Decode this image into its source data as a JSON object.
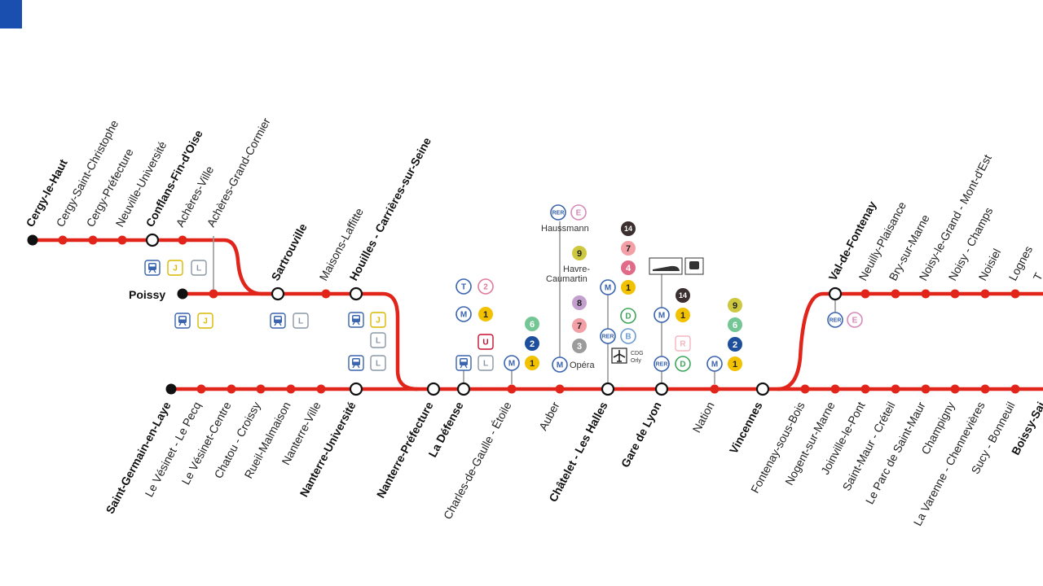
{
  "colors": {
    "line": "#e1251b",
    "corner": "#1a4fb0",
    "text": "#222222",
    "terminus": "#111111",
    "transfer_fill": "#ffffff",
    "metro_blue": "#3a64ae",
    "rer_blue": "#3a64ae"
  },
  "icons": {
    "train": "train-icon",
    "metro": "metro-m-icon",
    "rer": "rer-icon",
    "tram": "tram-t-icon",
    "tgv": "tgv-train-icon",
    "plane": "plane-icon",
    "coach": "coach-icon"
  },
  "stations": {
    "cergy_le_haut": "Cergy-le-Haut",
    "cergy_saint_christophe": "Cergy-Saint-Christophe",
    "cergy_prefecture": "Cergy-Préfecture",
    "neuville_universite": "Neuville-Université",
    "conflans": "Conflans-Fin-d'Oise",
    "acheres_ville": "Achères-Ville",
    "acheres_grand_cormier": "Achères-Grand-Cormier",
    "poissy": "Poissy",
    "sartrouville": "Sartrouville",
    "maisons_laffitte": "Maisons-Laffitte",
    "houilles": "Houilles - Carrières-sur-Seine",
    "saint_germain": "Saint-Germain-en-Laye",
    "le_vesinet_le_pecq": "Le Vésinet - Le Pecq",
    "le_vesinet_centre": "Le Vésinet-Centre",
    "chatou_croissy": "Chatou - Croissy",
    "rueil_malmaison": "Rueil-Malmaison",
    "nanterre_ville": "Nanterre-Ville",
    "nanterre_universite": "Nanterre-Université",
    "nanterre_prefecture": "Nanterre-Préfecture",
    "la_defense": "La Défense",
    "charles_de_gaulle_etoile": "Charles-de-Gaulle - Étoile",
    "auber": "Auber",
    "chatelet": "Châtelet - Les Halles",
    "gare_de_lyon": "Gare de Lyon",
    "nation": "Nation",
    "vincennes": "Vincennes",
    "val_de_fontenay": "Val-de-Fontenay",
    "neuilly_plaisance": "Neuilly-Plaisance",
    "bry_sur_marne": "Bry-sur-Marne",
    "noisy_le_grand": "Noisy-le-Grand - Mont-d'Est",
    "noisy_champs": "Noisy - Champs",
    "noisiel": "Noisiel",
    "lognes": "Lognes",
    "torcy_partial": "T",
    "fontenay_sous_bois": "Fontenay-sous-Bois",
    "nogent_sur_marne": "Nogent-sur-Marne",
    "joinville_le_pont": "Joinville-le-Pont",
    "saint_maur_creteil": "Saint-Maur - Créteil",
    "le_parc_de_saint_maur": "Le Parc de Saint-Maur",
    "champigny": "Champigny",
    "la_varenne": "La Varenne - Chennevières",
    "sucy_bonneuil_partial": "Sucy - Bonneuil",
    "boissy_partial": "Boissy-Sai"
  },
  "connections": {
    "haussmann": "Haussmann",
    "havre_caumartin": "Havre-\nCaumartin",
    "havre_line1": "Havre-",
    "havre_line2": "Caumartin",
    "opera": "Opéra",
    "cdg_orly_line1": "CDG",
    "cdg_orly_line2": "Orly"
  },
  "badges": {
    "j": "J",
    "l": "L",
    "u": "U",
    "t": "T",
    "m": "M",
    "rer": "RER",
    "e": "E",
    "b": "B",
    "d": "D",
    "m1": "1",
    "m2": "2",
    "m3": "3",
    "m4": "4",
    "m6": "6",
    "m7": "7",
    "m8": "8",
    "m9": "9",
    "m14": "14",
    "t2": "2"
  }
}
